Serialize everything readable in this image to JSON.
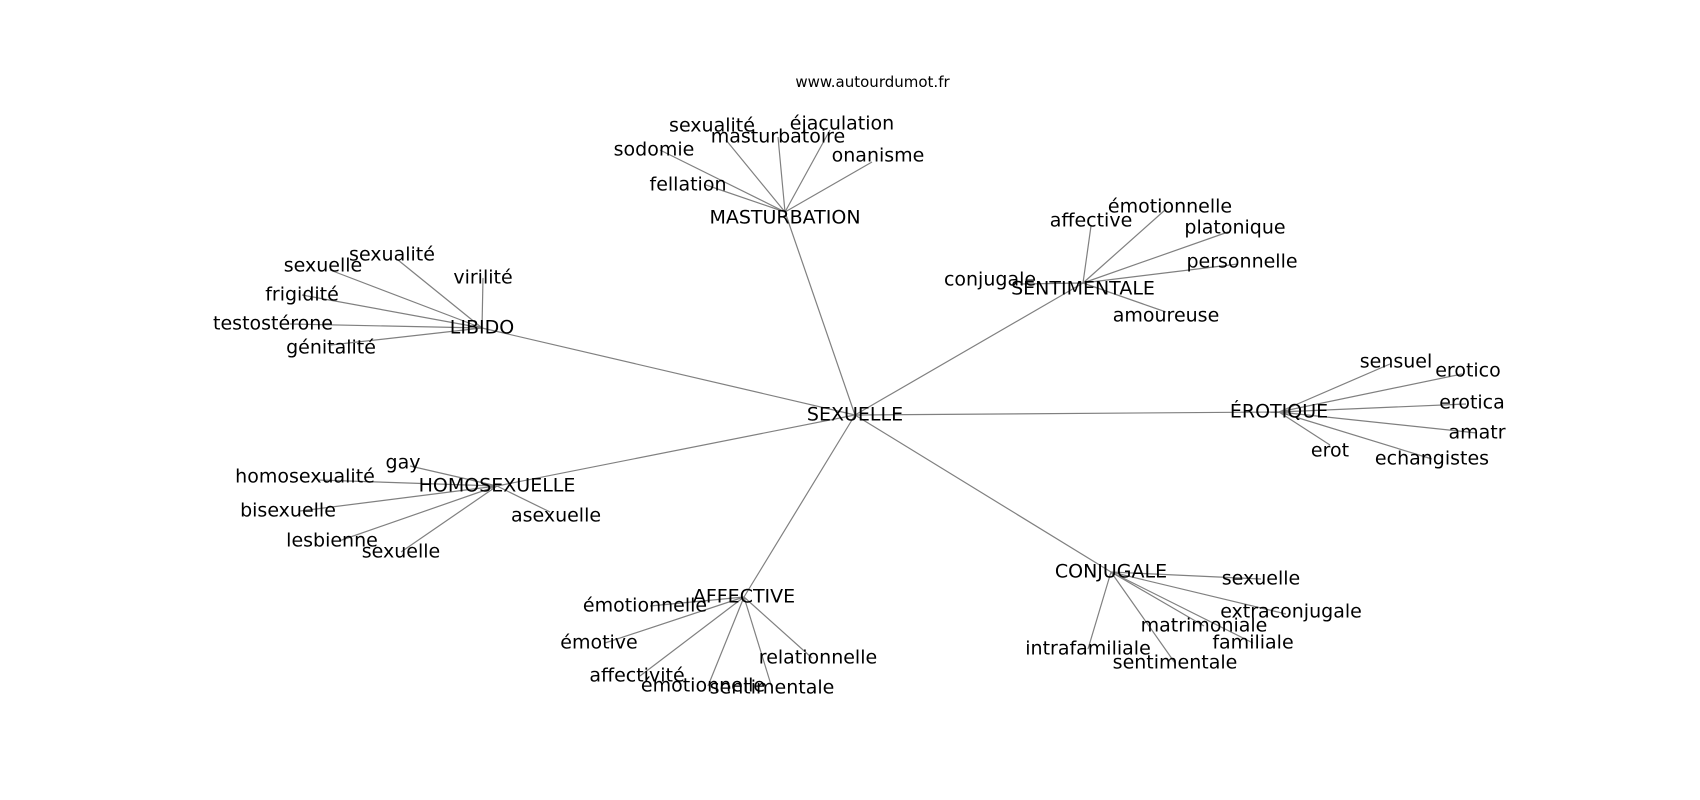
{
  "watermark": "www.autourdumot.fr",
  "edge_color": "#808080",
  "center": {
    "label": "SEXUELLE"
  },
  "clusters": [
    {
      "label": "MASTURBATION",
      "leaves": [
        "sexualité",
        "éjaculation",
        "masturbatoire",
        "sodomie",
        "onanisme",
        "fellation"
      ]
    },
    {
      "label": "LIBIDO",
      "leaves": [
        "sexualité",
        "sexuelle",
        "virilité",
        "frigidité",
        "testostérone",
        "génitalité"
      ]
    },
    {
      "label": "SENTIMENTALE",
      "leaves": [
        "émotionnelle",
        "affective",
        "platonique",
        "personnelle",
        "conjugale",
        "amoureuse"
      ]
    },
    {
      "label": "ÉROTIQUE",
      "leaves": [
        "sensuel",
        "erotico",
        "erotica",
        "amatr",
        "erot",
        "echangistes"
      ]
    },
    {
      "label": "HOMOSEXUELLE",
      "leaves": [
        "gay",
        "homosexualité",
        "bisexuelle",
        "lesbienne",
        "sexuelle",
        "asexuelle"
      ]
    },
    {
      "label": "AFFECTIVE",
      "leaves": [
        "émotionnelle",
        "émotive",
        "affectivité",
        "émotionnelle",
        "sentimentale",
        "relationnelle"
      ]
    },
    {
      "label": "CONJUGALE",
      "leaves": [
        "sexuelle",
        "extraconjugale",
        "matrimoniale",
        "familiale",
        "intrafamiliale",
        "sentimentale"
      ]
    }
  ]
}
